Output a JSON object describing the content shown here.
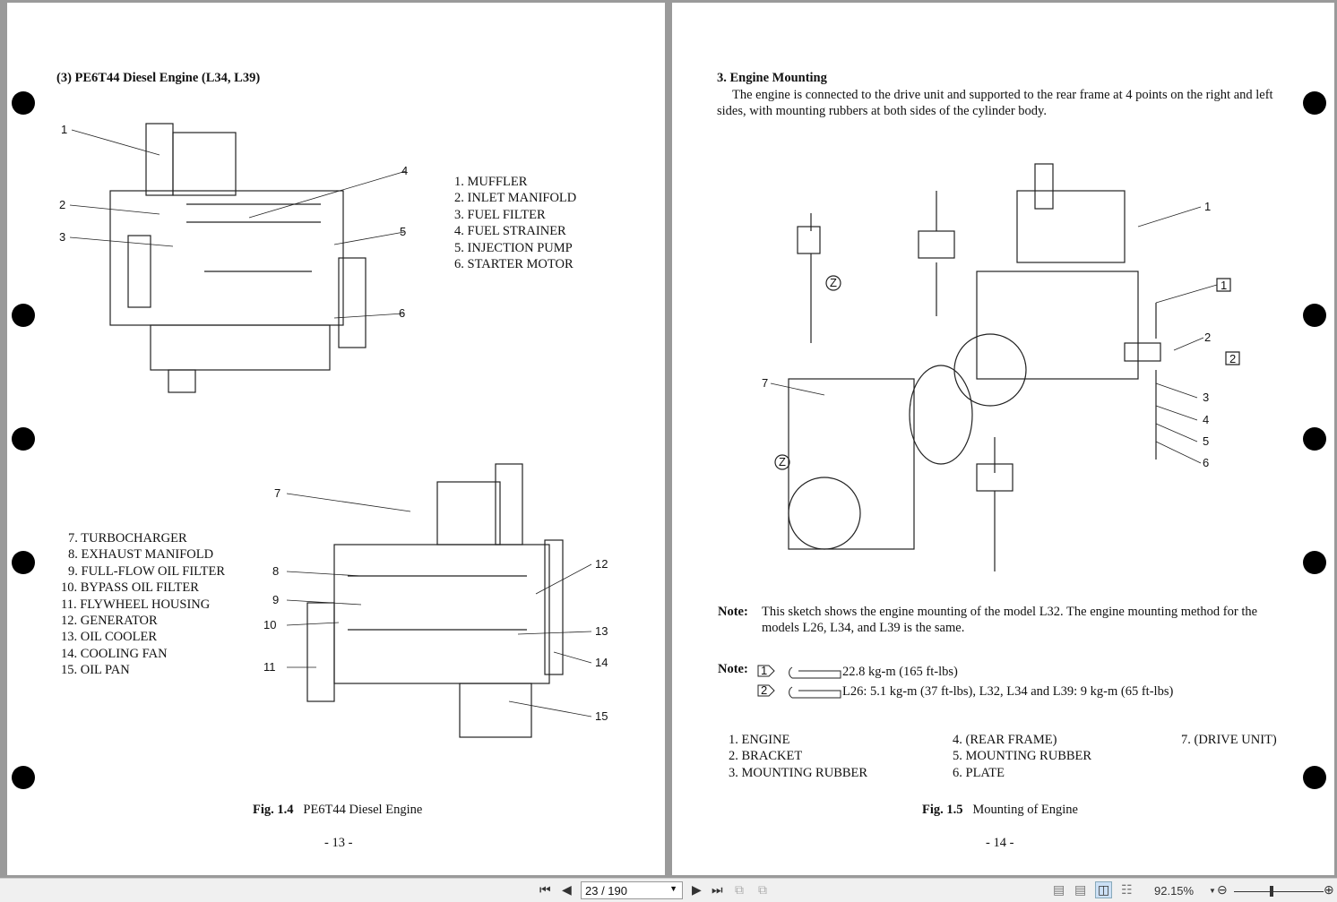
{
  "left_page": {
    "heading": "(3)  PE6T44 Diesel Engine (L34, L39)",
    "parts_top": [
      "1.  MUFFLER",
      "2.  INLET MANIFOLD",
      "3.  FUEL FILTER",
      "4.  FUEL STRAINER",
      "5.  INJECTION PUMP",
      "6.  STARTER MOTOR"
    ],
    "parts_bottom": [
      "7.  TURBOCHARGER",
      "8.  EXHAUST MANIFOLD",
      "9.  FULL-FLOW OIL FILTER",
      "10.  BYPASS OIL FILTER",
      "11.  FLYWHEEL HOUSING",
      "12.  GENERATOR",
      "13.  OIL COOLER",
      "14.  COOLING FAN",
      "15.  OIL PAN"
    ],
    "callouts_top": [
      "1",
      "2",
      "3",
      "4",
      "5",
      "6"
    ],
    "callouts_bottom": [
      "7",
      "8",
      "9",
      "10",
      "11",
      "12",
      "13",
      "14",
      "15"
    ],
    "fig_label": "Fig. 1.4",
    "fig_caption": "PE6T44 Diesel Engine",
    "page_number": "- 13 -"
  },
  "right_page": {
    "heading": "3.  Engine Mounting",
    "para_line1": "The engine is connected to the drive unit and supported to the rear frame at 4 points on the right and left",
    "para_line2": "sides, with mounting rubbers at both sides of the cylinder body.",
    "callouts": [
      "1",
      "2",
      "3",
      "4",
      "5",
      "6",
      "7"
    ],
    "marker_z": "Z",
    "torque_marks": [
      "1",
      "2"
    ],
    "note1_label": "Note:",
    "note1_line1": "This sketch shows the engine mounting of the model L32.  The engine mounting method for the",
    "note1_line2": "models L26, L34, and L39 is the same.",
    "note2_label": "Note:",
    "torque1": "22.8 kg-m (165 ft-lbs)",
    "torque2": "L26: 5.1 kg-m (37 ft-lbs), L32, L34 and L39: 9 kg-m (65 ft-lbs)",
    "parts_col1": [
      "1.  ENGINE",
      "2.  BRACKET",
      "3.  MOUNTING RUBBER"
    ],
    "parts_col2": [
      "4.  (REAR FRAME)",
      "5.  MOUNTING RUBBER",
      "6.  PLATE"
    ],
    "parts_col3": [
      "7.  (DRIVE UNIT)"
    ],
    "fig_label": "Fig. 1.5",
    "fig_caption": "Mounting of Engine",
    "page_number": "- 14 -"
  },
  "toolbar": {
    "page_value": "23 / 190",
    "zoom": "92.15%",
    "zoom_slider_fraction": 0.4,
    "view_mode_active": "two-page"
  }
}
